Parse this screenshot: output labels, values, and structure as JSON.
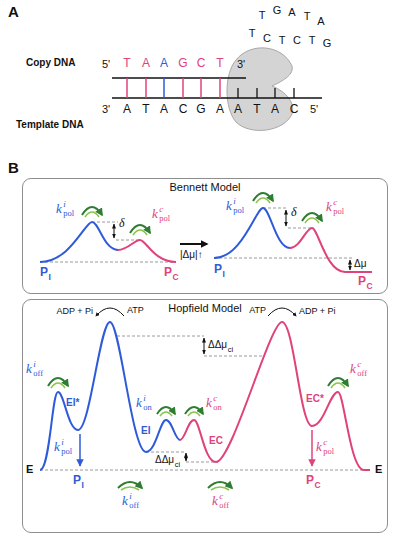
{
  "diagram": {
    "nodes": [
      {
        "text": [
          "Bennett Model"
        ]
      },
      {
        "text": [
          "Hopfield Model"
        ]
      }
    ],
    "labels": [
      "A",
      "Copy DNA",
      "5'",
      "T",
      "A",
      "A",
      "G",
      "C",
      "T",
      "3'",
      "Template DNA",
      "3'",
      "A",
      "T",
      "A",
      "C",
      "G",
      "A",
      "A",
      "T",
      "A",
      "C",
      "5'",
      "T",
      "G",
      "A",
      "T",
      "A",
      "T",
      "C",
      "T",
      "C",
      "T",
      "G",
      "B",
      "k",
      "i",
      "pol",
      "δ",
      "k",
      "c",
      "pol",
      "P",
      "I",
      "P",
      "C",
      "|Δμ|↑",
      "k",
      "i",
      "pol",
      "δ",
      "k",
      "c",
      "pol",
      "P",
      "I",
      "Δμ",
      "P",
      "C",
      "k",
      "i",
      "off",
      "ADP + Pi",
      "ATP",
      "ATP",
      "ADP + Pi",
      "k",
      "c",
      "off",
      "ΔΔμ",
      "ci",
      "EI*",
      "EC*",
      "k",
      "i",
      "on",
      "k",
      "c",
      "on",
      "EI",
      "EC",
      "k",
      "i",
      "pol",
      "k",
      "c",
      "pol",
      "ΔΔμ",
      "ci",
      "E",
      "P",
      "I",
      "P",
      "C",
      "E",
      "k",
      "i",
      "off",
      "k",
      "c",
      "off"
    ]
  }
}
